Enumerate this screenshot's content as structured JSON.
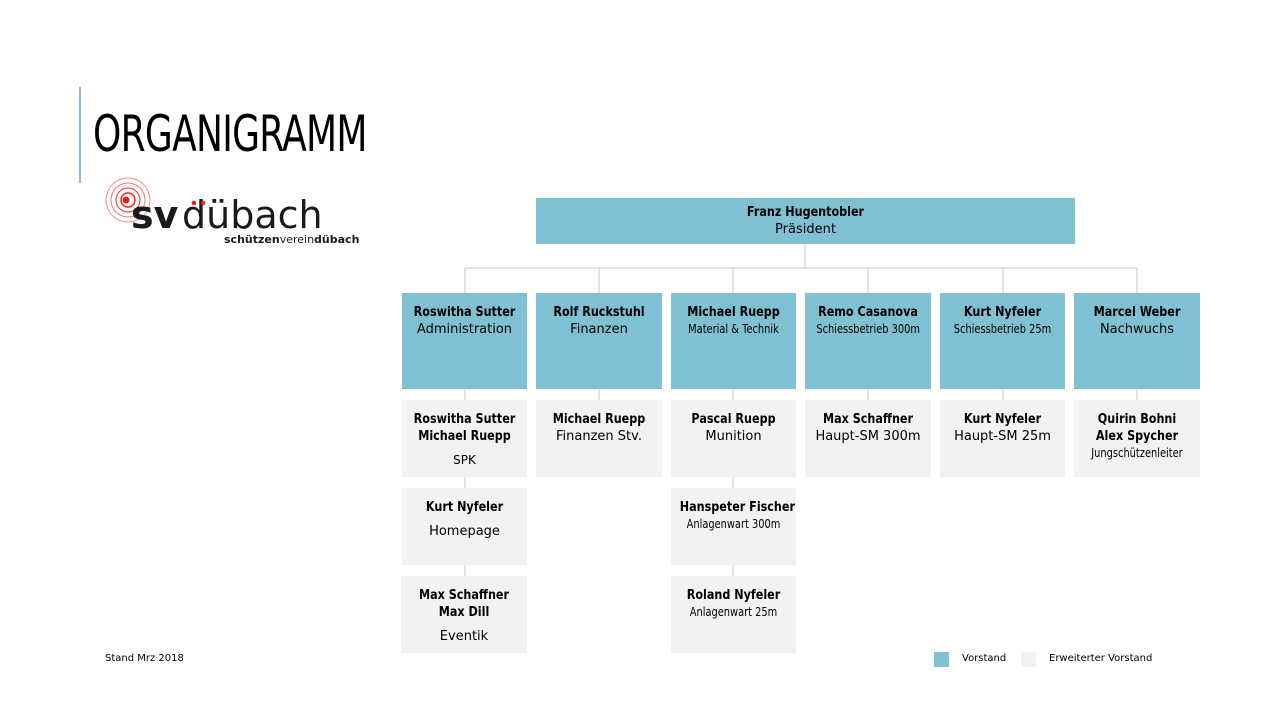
{
  "title": "ORGANIGRAMM",
  "logo": {
    "brand_sv": "sv",
    "brand_name": "dübach",
    "tagline_a": "schützen",
    "tagline_b": "verein",
    "tagline_c": "dübach"
  },
  "president": {
    "name": "Franz Hugentobler",
    "role": "Präsident"
  },
  "columns": [
    {
      "name": "Roswitha Sutter",
      "role": "Administration"
    },
    {
      "name": "Rolf Ruckstuhl",
      "role": "Finanzen"
    },
    {
      "name": "Michael Ruepp",
      "role": "Material & Technik"
    },
    {
      "name": "Remo Casanova",
      "role": "Schiessbetrieb 300m"
    },
    {
      "name": "Kurt Nyfeler",
      "role": "Schiessbetrieb 25m"
    },
    {
      "name": "Marcel Weber",
      "role": "Nachwuchs"
    }
  ],
  "extended": {
    "admin": [
      {
        "names": [
          "Roswitha Sutter",
          "Michael Ruepp"
        ],
        "role": "SPK"
      },
      {
        "names": [
          "Kurt Nyfeler"
        ],
        "role": "Homepage"
      },
      {
        "names": [
          "Max Schaffner",
          "Max Dill"
        ],
        "role": "Eventik"
      }
    ],
    "finanzen": [
      {
        "names": [
          "Michael Ruepp"
        ],
        "role": "Finanzen Stv."
      }
    ],
    "material": [
      {
        "names": [
          "Pascal Ruepp"
        ],
        "role": "Munition"
      },
      {
        "names": [
          "Hanspeter Fischer"
        ],
        "role": "Anlagenwart 300m"
      },
      {
        "names": [
          "Roland Nyfeler"
        ],
        "role": "Anlagenwart 25m"
      }
    ],
    "schiess300": [
      {
        "names": [
          "Max Schaffner"
        ],
        "role": "Haupt-SM 300m"
      }
    ],
    "schiess25": [
      {
        "names": [
          "Kurt Nyfeler"
        ],
        "role": "Haupt-SM 25m"
      }
    ],
    "nachwuchs": [
      {
        "names": [
          "Quirin Bohni",
          "Alex Spycher"
        ],
        "role": "Jungschützenleiter"
      }
    ]
  },
  "footer": {
    "stand": "Stand Mrz 2018"
  },
  "legend": {
    "vorstand": "Vorstand",
    "erweitert": "Erweiterter Vorstand"
  },
  "colors": {
    "vorstand": "#7fc0d3",
    "erweitert": "#f2f2f2",
    "accent": "#7fc0d3",
    "logo_red": "#e2231a"
  }
}
